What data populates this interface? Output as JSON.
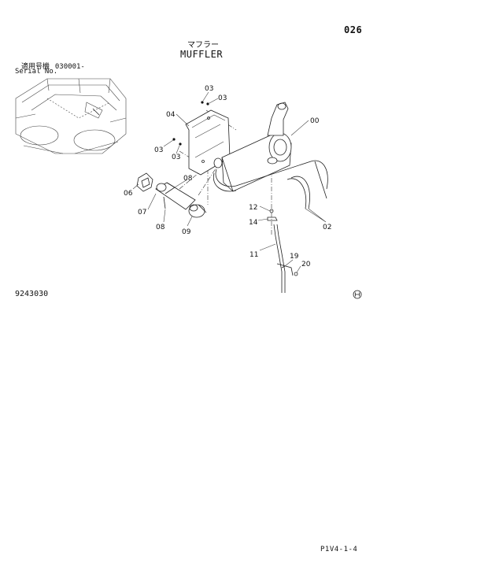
{
  "header": {
    "page_number": "026",
    "title_jp": "マフラー",
    "title_en": "MUFFLER"
  },
  "serial": {
    "label_jp": "適用号機",
    "range": "030001-",
    "label_en": "Serial No."
  },
  "figure": {
    "number": "9243030",
    "footer_code": "P1V4-1-4"
  },
  "parts": [
    {
      "id": "callout-00",
      "label": "00"
    },
    {
      "id": "callout-02",
      "label": "02"
    },
    {
      "id": "callout-03-a",
      "label": "03"
    },
    {
      "id": "callout-03-b",
      "label": "03"
    },
    {
      "id": "callout-03-c",
      "label": "03"
    },
    {
      "id": "callout-03-d",
      "label": "03"
    },
    {
      "id": "callout-04",
      "label": "04"
    },
    {
      "id": "callout-06",
      "label": "06"
    },
    {
      "id": "callout-07",
      "label": "07"
    },
    {
      "id": "callout-08-a",
      "label": "08"
    },
    {
      "id": "callout-08-b",
      "label": "08"
    },
    {
      "id": "callout-09",
      "label": "09"
    },
    {
      "id": "callout-11",
      "label": "11"
    },
    {
      "id": "callout-12",
      "label": "12"
    },
    {
      "id": "callout-14",
      "label": "14"
    },
    {
      "id": "callout-19",
      "label": "19"
    },
    {
      "id": "callout-20",
      "label": "20"
    }
  ],
  "icons": {
    "reference_mark": "circled-h-icon"
  }
}
